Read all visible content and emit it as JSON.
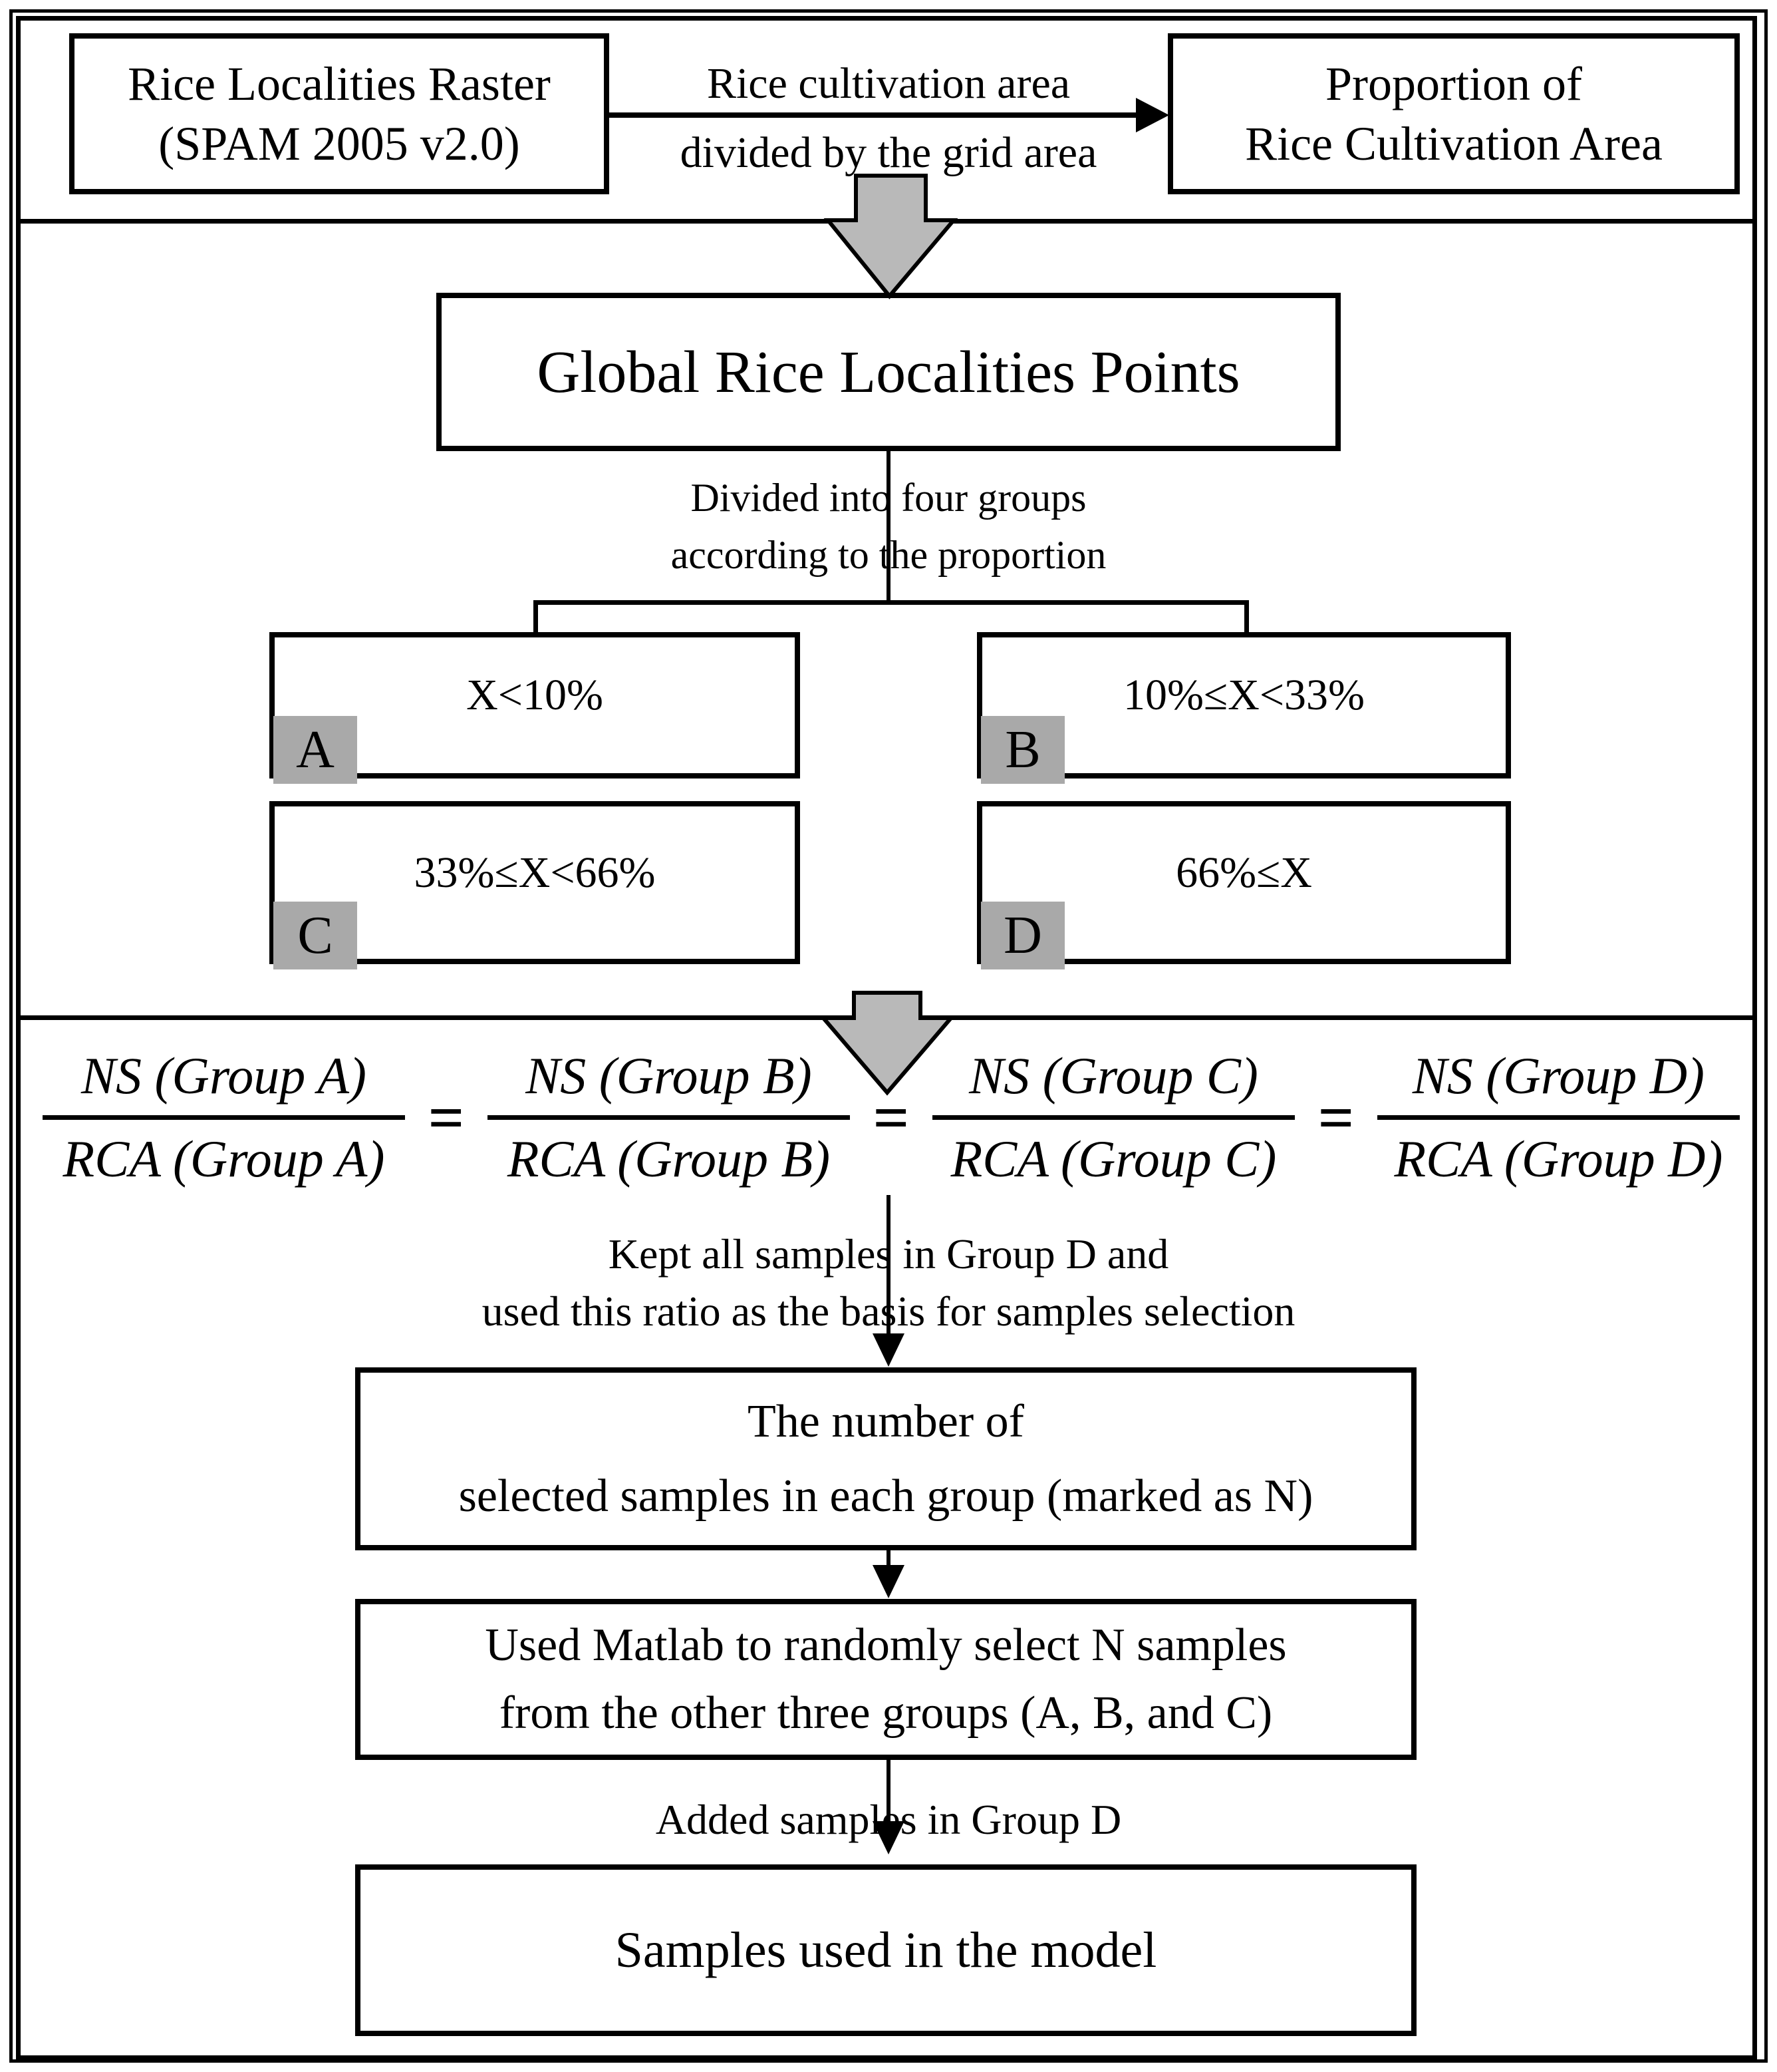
{
  "colors": {
    "line": "#000000",
    "fat_arrow_fill": "#b9b9b9",
    "tag_bg": "#a9a9a9",
    "background": "#ffffff"
  },
  "top": {
    "raster_box": {
      "line1": "Rice Localities Raster",
      "line2": "(SPAM 2005 v2.0)"
    },
    "arrow_label_top": "Rice cultivation area",
    "arrow_label_bottom": "divided by the grid area",
    "proportion_box": {
      "line1": "Proportion of",
      "line2": "Rice Cultivation Area"
    }
  },
  "middle": {
    "global_box": "Global Rice Localities Points",
    "divided_label_line1": "Divided into four groups",
    "divided_label_line2": "according to the proportion",
    "groups": [
      {
        "letter": "A",
        "condition": "X<10%"
      },
      {
        "letter": "B",
        "condition": "10%≤X<33%"
      },
      {
        "letter": "C",
        "condition": "33%≤X<66%"
      },
      {
        "letter": "D",
        "condition": "66%≤X"
      }
    ]
  },
  "equation": {
    "equals": "=",
    "terms": [
      {
        "num": "NS (Group A)",
        "den": "RCA (Group A)"
      },
      {
        "num": "NS (Group B)",
        "den": "RCA (Group B)"
      },
      {
        "num": "NS (Group C)",
        "den": "RCA (Group C)"
      },
      {
        "num": "NS (Group D)",
        "den": "RCA (Group D)"
      }
    ]
  },
  "bottom": {
    "kept_label_line1": "Kept all samples in Group D and",
    "kept_label_line2": "used this ratio as the basis for samples selection",
    "number_box": {
      "line1": "The number of",
      "line2": "selected samples in each group (marked as N)"
    },
    "matlab_box": {
      "line1": "Used Matlab to randomly select N samples",
      "line2": "from the other three groups (A, B, and C)"
    },
    "added_label": "Added samples in Group D",
    "samples_box": "Samples used in the model"
  }
}
